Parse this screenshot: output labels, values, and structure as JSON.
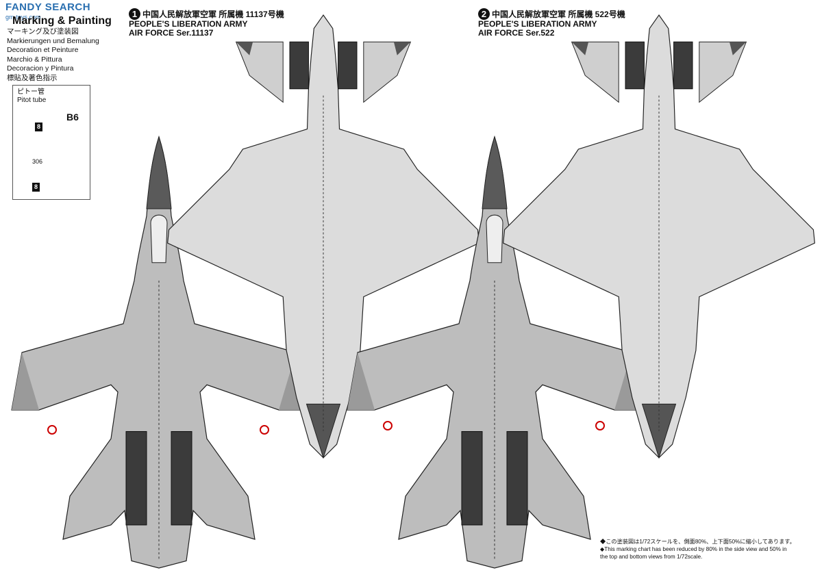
{
  "watermark": {
    "text": "FANDY SEARCH",
    "sub": "gm-toys.com"
  },
  "title": "Marking & Painting",
  "languages": [
    "マーキング及び塗装図",
    "Markierungen und Bemalung",
    "Decoration et Peinture",
    "Marchio & Pittura",
    "Decoracion y Pintura",
    "標貼及著色指示"
  ],
  "pitot": {
    "label_jp": "ピトー管",
    "label_en": "Pitot tube",
    "part": "B6",
    "parts": [
      "8",
      "306",
      "8"
    ]
  },
  "scheme1": {
    "badge": "1",
    "line1": "中国人民解放軍空軍 所属機 11137号機",
    "line2": "PEOPLE'S LIBERATION ARMY",
    "line3": "AIR FORCE Ser.11137"
  },
  "scheme2": {
    "badge": "2",
    "line1": "中国人民解放軍空軍 所属機 522号機",
    "line2": "PEOPLE'S LIBERATION ARMY",
    "line3": "AIR FORCE Ser.522"
  },
  "note": {
    "jp": "◆この塗装図は1/72スケールを、側面80%、上下面50%に縮小してあります。",
    "en1": "◆This marking chart has been reduced by 80% in the side view and 50% in",
    "en2": "the top and bottom views from 1/72scale."
  },
  "colors": {
    "grey": "#b9b9b9",
    "dark": "#444444",
    "radome": "#505050",
    "line": "#222222"
  }
}
